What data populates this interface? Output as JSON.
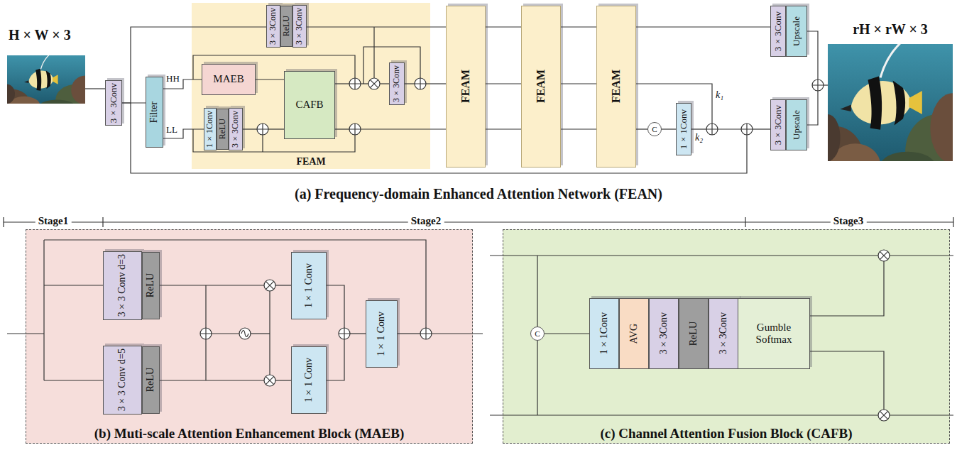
{
  "diagram": {
    "nodes": [
      {
        "text": [
          "3×3Conv"
        ]
      },
      {
        "text": [
          "Filter"
        ]
      },
      {
        "text": [
          "FEAM"
        ]
      },
      {
        "text": [
          "3×3Conv"
        ],
        "in": 2
      },
      {
        "text": [
          "ReLU"
        ],
        "in": 2
      },
      {
        "text": [
          "3×3Conv"
        ],
        "in": 2
      },
      {
        "text": [
          "MAEB"
        ],
        "in": 2
      },
      {
        "text": [
          "1×1Conv"
        ],
        "in": 2
      },
      {
        "text": [
          "ReLU"
        ],
        "in": 2
      },
      {
        "text": [
          "3×3Conv"
        ],
        "in": 2
      },
      {
        "text": [
          "CAFB"
        ],
        "in": 2
      },
      {
        "text": [
          "3×3Conv"
        ],
        "in": 2
      },
      {
        "text": [
          "FEAM"
        ]
      },
      {
        "text": [
          "FEAM"
        ]
      },
      {
        "text": [
          "FEAM"
        ]
      },
      {
        "text": [
          "C"
        ]
      },
      {
        "text": [
          "1×1Conv"
        ]
      },
      {
        "text": [
          "3×3Conv"
        ]
      },
      {
        "text": [
          "Upscale"
        ]
      },
      {
        "text": [
          "3×3Conv"
        ]
      },
      {
        "text": [
          "Upscale"
        ]
      },
      {
        "text": [
          "(b) Muti-scale Attention Enhancement Block (MAEB)"
        ]
      },
      {
        "text": [
          "3×3 Conv d=3"
        ],
        "in": 21
      },
      {
        "text": [
          "ReLU"
        ],
        "in": 21
      },
      {
        "text": [
          "3×3 Conv d=5"
        ],
        "in": 21
      },
      {
        "text": [
          "ReLU"
        ],
        "in": 21
      },
      {
        "text": [
          "1×1 Conv"
        ],
        "in": 21
      },
      {
        "text": [
          "1×1 Conv"
        ],
        "in": 21
      },
      {
        "text": [
          "1×1 Conv"
        ],
        "in": 21
      },
      {
        "text": [
          "(c) Channel Attention Fusion Block (CAFB)"
        ]
      },
      {
        "text": [
          "C"
        ],
        "in": 29
      },
      {
        "text": [
          "1×1Conv"
        ],
        "in": 29
      },
      {
        "text": [
          "AVG"
        ],
        "in": 29
      },
      {
        "text": [
          "3×3Conv"
        ],
        "in": 29
      },
      {
        "text": [
          "ReLU"
        ],
        "in": 29
      },
      {
        "text": [
          "3×3Conv"
        ],
        "in": 29
      },
      {
        "text": [
          "Gumble Softmax"
        ],
        "in": 29
      }
    ],
    "edges": [
      {
        "from": 0,
        "to": 1,
        "arrow": "none"
      },
      {
        "from": 0,
        "to": 3,
        "arrow": "none"
      },
      {
        "from": 1,
        "to": 6,
        "label": "HH",
        "arrow": "none"
      },
      {
        "from": 1,
        "to": 7,
        "label": "LL",
        "arrow": "none"
      },
      {
        "from": 6,
        "to": 10,
        "arrow": "none"
      },
      {
        "from": 5,
        "to": 12,
        "arrow": "none"
      },
      {
        "from": 12,
        "to": 13,
        "arrow": "none"
      },
      {
        "from": 12,
        "to": 13,
        "arrow": "none"
      },
      {
        "from": 12,
        "to": 13,
        "arrow": "none"
      },
      {
        "from": 13,
        "to": 14,
        "arrow": "none"
      },
      {
        "from": 13,
        "to": 14,
        "arrow": "none"
      },
      {
        "from": 13,
        "to": 14,
        "arrow": "none"
      },
      {
        "from": 14,
        "to": 15,
        "arrow": "none"
      },
      {
        "from": 14,
        "to": 17,
        "arrow": "none"
      },
      {
        "from": 15,
        "to": 16,
        "arrow": "none"
      },
      {
        "from": 30,
        "to": 31,
        "arrow": "none"
      }
    ],
    "labels": [
      "H × W × 3",
      "rH × rW × 3",
      "k₂",
      "k₁",
      "(a) Frequency-domain Enhanced Attention Network (FEAN)",
      "Stage1",
      "Stage2",
      "Stage3"
    ]
  }
}
